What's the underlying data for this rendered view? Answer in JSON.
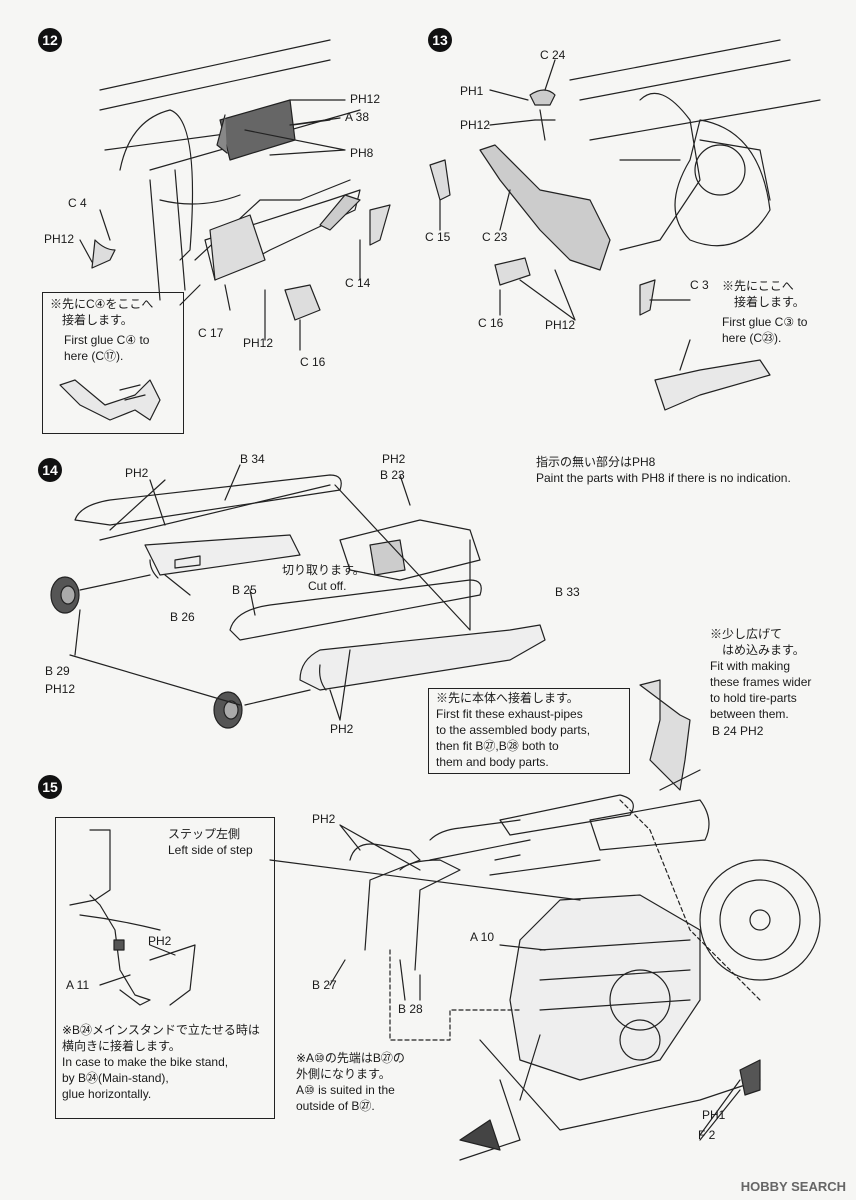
{
  "steps": {
    "s12": {
      "number": "12"
    },
    "s13": {
      "number": "13"
    },
    "s14": {
      "number": "14"
    },
    "s15": {
      "number": "15"
    }
  },
  "labels": {
    "s12_ph12_top": "PH12",
    "s12_a38": "A 38",
    "s12_ph8": "PH8",
    "s12_c4": "C 4",
    "s12_ph12_left": "PH12",
    "s12_c14": "C 14",
    "s12_c17": "C 17",
    "s12_ph12_bottom": "PH12",
    "s12_c16": "C 16",
    "s13_c24": "C 24",
    "s13_ph1": "PH1",
    "s13_ph12": "PH12",
    "s13_c15": "C 15",
    "s13_c23": "C 23",
    "s13_c16": "C 16",
    "s13_ph12_b": "PH12",
    "s13_c3": "C 3",
    "s14_b34": "B 34",
    "s14_ph2_a": "PH2",
    "s14_ph2_b": "PH2",
    "s14_b23": "B 23",
    "s14_b26": "B 26",
    "s14_b25": "B 25",
    "s14_b33": "B 33",
    "s14_b29": "B 29",
    "s14_ph12": "PH12",
    "s14_ph2_c": "PH2",
    "s15_ph2_top": "PH2",
    "s15_ph2_inset": "PH2",
    "s15_a11": "A 11",
    "s15_a10": "A 10",
    "s15_b27": "B 27",
    "s15_b28": "B 28",
    "s15_b24": "B 24  PH2",
    "s15_ph1": "PH1",
    "s15_f2": "F 2"
  },
  "notes": {
    "s12_note_jp": "※先にC④をここへ\n　接着します。",
    "s12_note_en": "First glue C④ to\nhere (C⑰).",
    "s13_note_jp": "※先にここへ\n　接着します。",
    "s13_note_en": "First glue C③ to\nhere (C㉓).",
    "paint_jp": "指示の無い部分はPH8",
    "paint_en": "Paint the parts with PH8 if there is no indication.",
    "cutoff_jp": "切り取ります。",
    "cutoff_en": "Cut off.",
    "exhaust_note": "※先に本体へ接着します。\nFirst fit these exhaust-pipes\nto the assembled body parts,\nthen fit B㉗,B㉘ both to\nthem and body parts.",
    "spread_note": "※少し広げて\n　はめ込みます。\nFit with making\nthese frames wider\nto hold tire-parts\nbetween them.",
    "step_left_jp": "ステップ左側",
    "step_left_en": "Left side of step",
    "stand_note": "※B㉔メインスタンドで立たせる時は\n横向きに接着します。\nIn case to make the bike stand,\nby B㉔(Main-stand),\nglue horizontally.",
    "a10_note": "※A⑩の先端はB㉗の\n外側になります。\nA⑩ is suited in the\noutside of B㉗."
  },
  "watermark": "HOBBY SEARCH"
}
